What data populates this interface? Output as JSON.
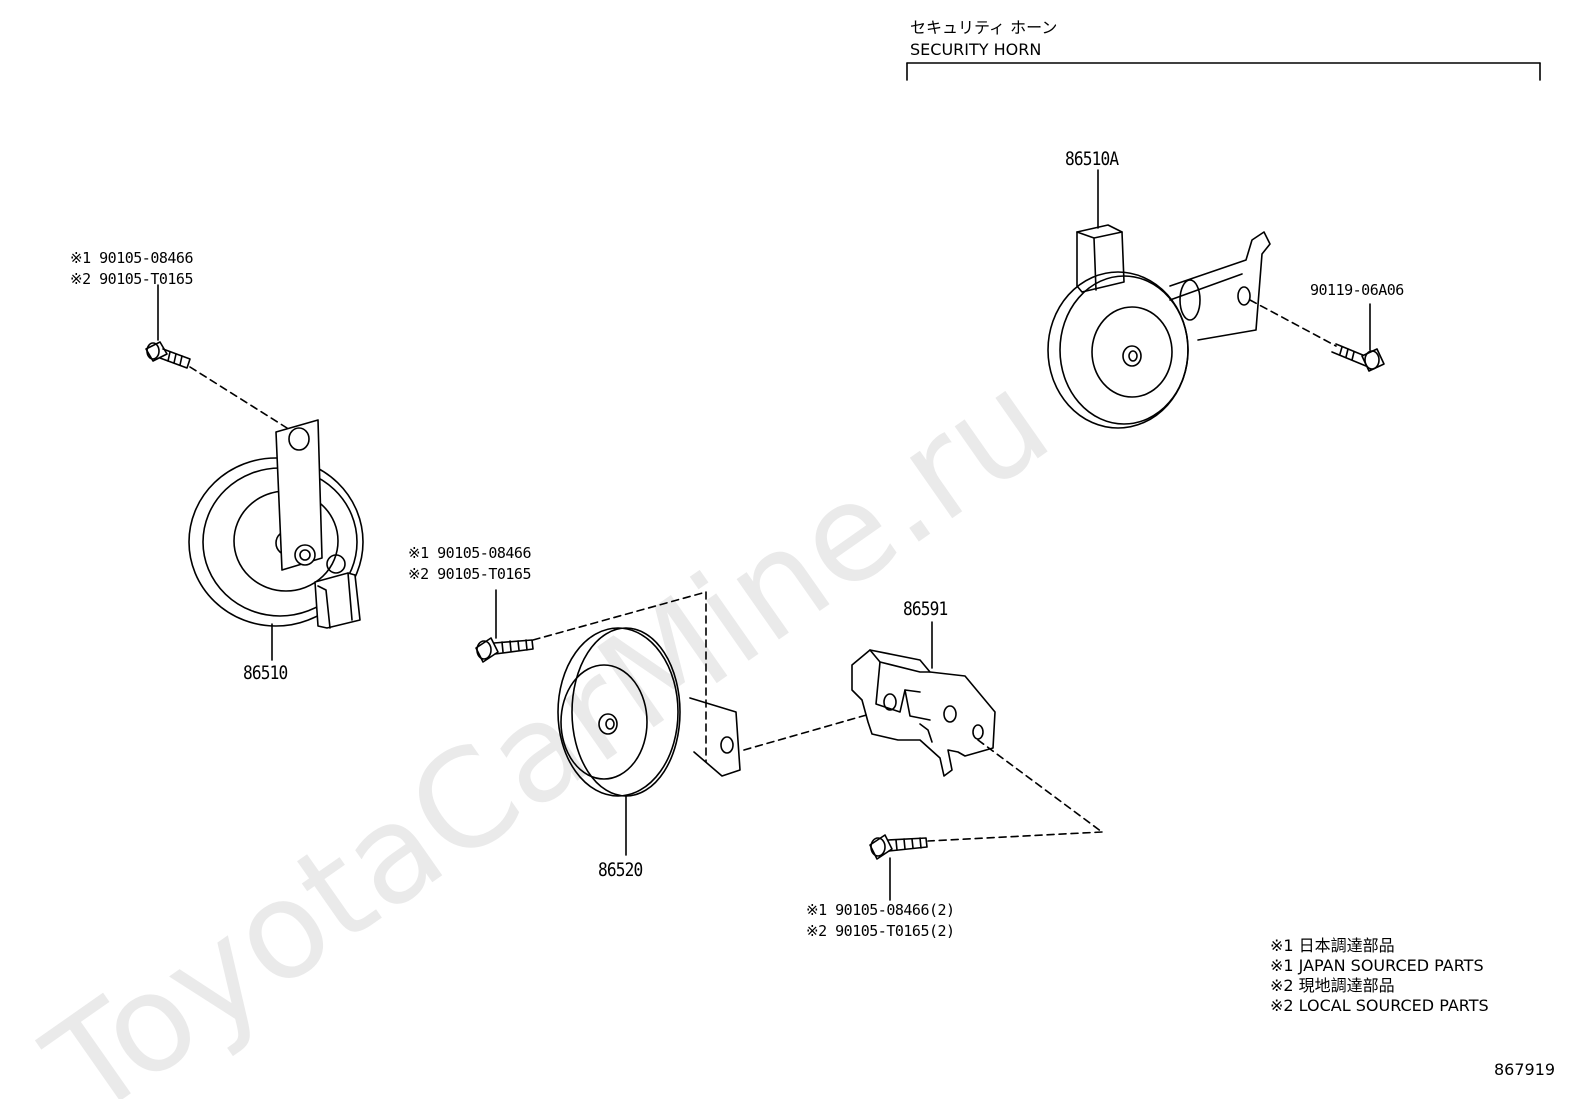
{
  "section_header": {
    "title_jp": "セキュリティ ホーン",
    "title_en": "SECURITY HORN"
  },
  "parts": {
    "security_horn": "86510A",
    "horn_left": "86510",
    "horn_center": "86520",
    "bracket": "86591"
  },
  "fasteners": {
    "left_bolt": {
      "line1": "※1 90105-08466",
      "line2": "※2 90105-T0165"
    },
    "center_bolt": {
      "line1": "※1 90105-08466",
      "line2": "※2 90105-T0165"
    },
    "bottom_bolt": {
      "line1": "※1 90105-08466(2)",
      "line2": "※2 90105-T0165(2)"
    },
    "security_bolt": "90119-06A06"
  },
  "legend": [
    "※1 日本調達部品",
    "※1 JAPAN SOURCED PARTS",
    "※2 現地調達部品",
    "※2 LOCAL SOURCED PARTS"
  ],
  "diagram_id": "867919",
  "watermark": "ToyotaCarMine.ru"
}
